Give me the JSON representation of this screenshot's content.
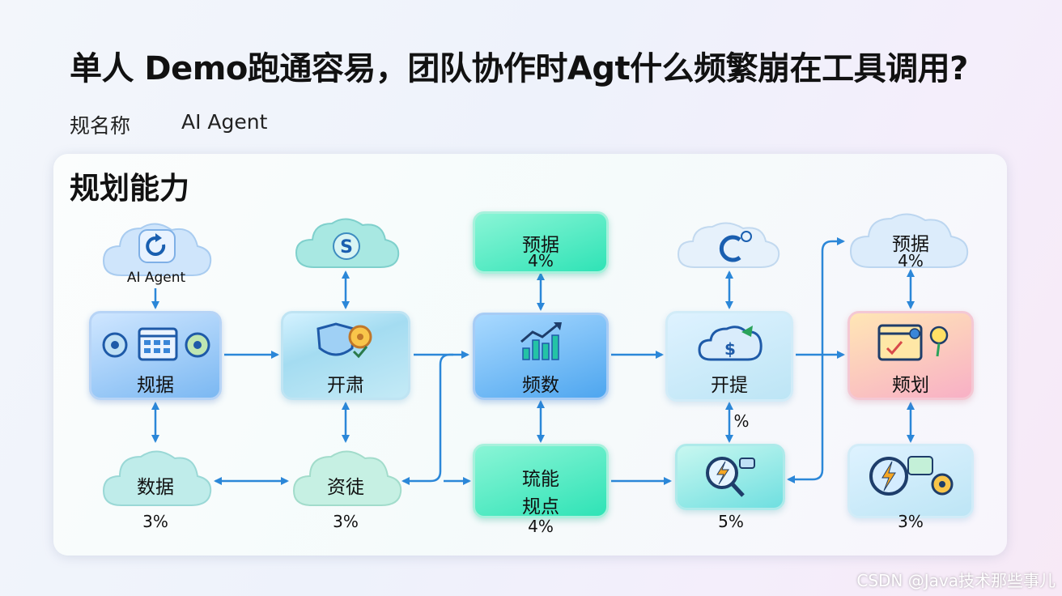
{
  "title": "单人 Demo跑通容易，团队协作时Agt什么频繁崩在工具调用?",
  "subtitle": {
    "label": "规名称",
    "value": "AI Agent"
  },
  "panel_title": "规划能力",
  "nodes": {
    "cloud1": {
      "label": "AI Agent"
    },
    "box_top1": {
      "label": "规据"
    },
    "box_top2": {
      "label": "开肃"
    },
    "box_top3": {
      "label": "预据",
      "pct": "4%"
    },
    "box_mid3": {
      "label": "频数"
    },
    "box_top4_mid": {
      "label": "开提"
    },
    "cloud5": {
      "label": "预据",
      "pct": "4%"
    },
    "box_mid5": {
      "label": "颊划"
    },
    "cloud_b1": {
      "label": "数据",
      "pct": "3%"
    },
    "cloud_b2": {
      "label": "资徒",
      "pct": "3%"
    },
    "box_b3": {
      "label1": "琉能",
      "label2": "规点",
      "pct": "4%"
    },
    "box_b4": {
      "pct": "5%"
    },
    "box_b5": {
      "pct": "3%"
    },
    "link_label": "%"
  },
  "colors": {
    "arrow": "#2b87d8"
  },
  "watermark": "CSDN @Java技术那些事儿"
}
